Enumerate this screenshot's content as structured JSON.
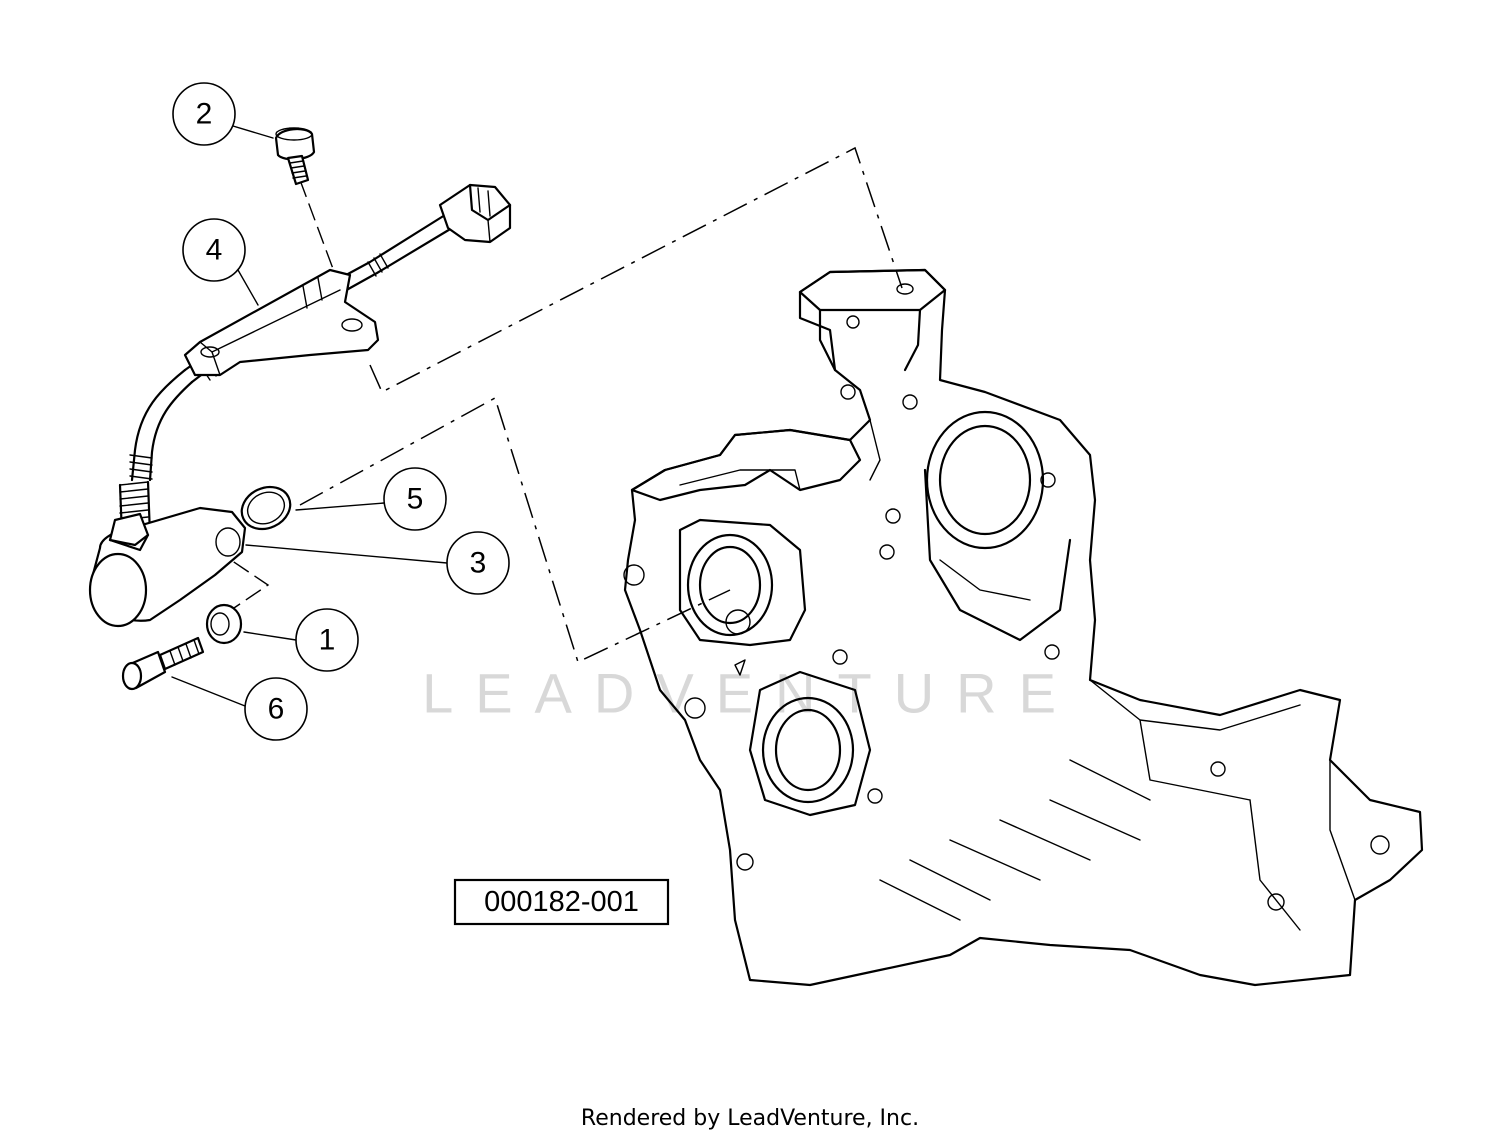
{
  "callouts": [
    {
      "number": "1",
      "part": "washer"
    },
    {
      "number": "2",
      "part": "bolt"
    },
    {
      "number": "3",
      "part": "sensor"
    },
    {
      "number": "4",
      "part": "harness-bracket"
    },
    {
      "number": "5",
      "part": "o-ring"
    },
    {
      "number": "6",
      "part": "cap-screw"
    }
  ],
  "reference_code": "000182-001",
  "watermark": "LEADVENTURE",
  "footer": "Rendered by LeadVenture, Inc.",
  "colors": {
    "line": "#000000",
    "background": "#ffffff",
    "watermark": "#d8d8d8"
  }
}
